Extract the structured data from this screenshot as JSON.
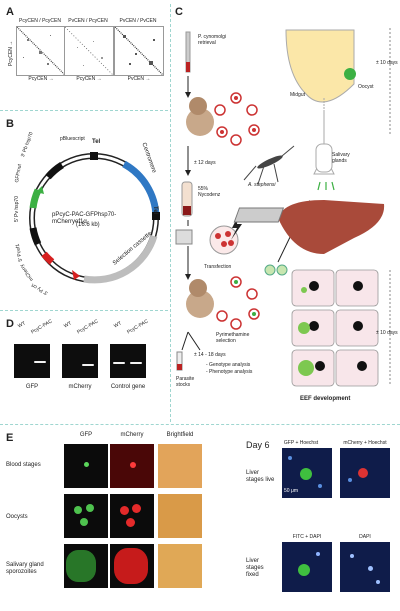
{
  "panels": {
    "A": "A",
    "B": "B",
    "C": "C",
    "D": "D",
    "E": "E"
  },
  "panelA": {
    "maps": [
      {
        "title": "PcyCEN / PcyCEN",
        "ylab": "PcyCEN →",
        "xlab": "PcyCEN →"
      },
      {
        "title": "PvCEN / PcyCEN",
        "ylab": "",
        "xlab": "PcyCEN →"
      },
      {
        "title": "PvCEN / PvCEN",
        "ylab": "",
        "xlab": "PvCEN →"
      }
    ]
  },
  "panelB": {
    "plasmid_name": "pPcyC-PAC-GFPhsp70-mCherryef1α",
    "plasmid_size": "(16.6 kb)",
    "labels": {
      "backbone": "pBluescript",
      "tel_top": "Tel",
      "centromere": "Centromere",
      "tel_right": "Tel",
      "selection": "Selection cassette",
      "pv_hsp70": "5' Pv hsp70",
      "gfpmut": "GFPmut",
      "pb_hsp70": "3' Pb hsp70",
      "pcef1": "5' Pcef1",
      "mcherry": "mCherry",
      "pycrt": "3' Py crt"
    }
  },
  "panelC": {
    "retrieval": "P. cynomolgi retrieval",
    "days1": "± 12 days",
    "nycodenz": "55% Nycodenz",
    "transfection": "Transfection",
    "pyr": "Pyrimethamine selection",
    "days2": "± 14 - 18 days",
    "geno": "- Genotype analysis",
    "pheno": "- Phenotype analysis",
    "stocks": "Parasite stocks",
    "mosquito": "A. stephensi",
    "midgut": "Midgut",
    "oocyst": "Oocyst",
    "salivary": "Salivary glands",
    "days3": "± 10 days",
    "days4": "± 10 days",
    "eef": "EEF development"
  },
  "panelD": {
    "gels": [
      {
        "lanes": [
          "WT",
          "PcyC-PAC"
        ],
        "caption": "GFP"
      },
      {
        "lanes": [
          "WT",
          "PcyC-PAC"
        ],
        "caption": "mCherry"
      },
      {
        "lanes": [
          "WT",
          "PcyC-PAC"
        ],
        "caption": "Control gene"
      }
    ]
  },
  "panelE": {
    "columns": [
      "GFP",
      "mCherry",
      "Brightfield"
    ],
    "rows": [
      "Blood stages",
      "Oocysts",
      "Salivary gland sporozoites"
    ],
    "day": "Day 6",
    "right_cols_live": [
      "GFP + Hoechst",
      "mCherry + Hoechst"
    ],
    "right_cols_fixed": [
      "FITC + DAPI",
      "DAPI"
    ],
    "live_label": "Liver stages live",
    "fixed_label": "Liver stages fixed",
    "scale": "50 μm"
  },
  "colors": {
    "green": "#3cb043",
    "red": "#d62020",
    "blue": "#2f78c4",
    "teal": "#9fd6d0"
  }
}
